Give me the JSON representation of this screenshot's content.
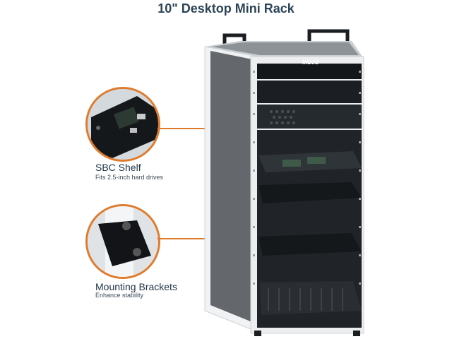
{
  "title": "10\" Desktop Mini Rack",
  "brand": "MOJO",
  "callouts": [
    {
      "title": "SBC Shelf",
      "subtitle": "Fits 2.5-inch hard drives"
    },
    {
      "title": "Mounting Brackets",
      "subtitle": "Enhance stability"
    }
  ],
  "colors": {
    "accent": "#e07b2c",
    "title": "#2d4456",
    "frame": "#e9ebec",
    "panel": "#111418"
  }
}
